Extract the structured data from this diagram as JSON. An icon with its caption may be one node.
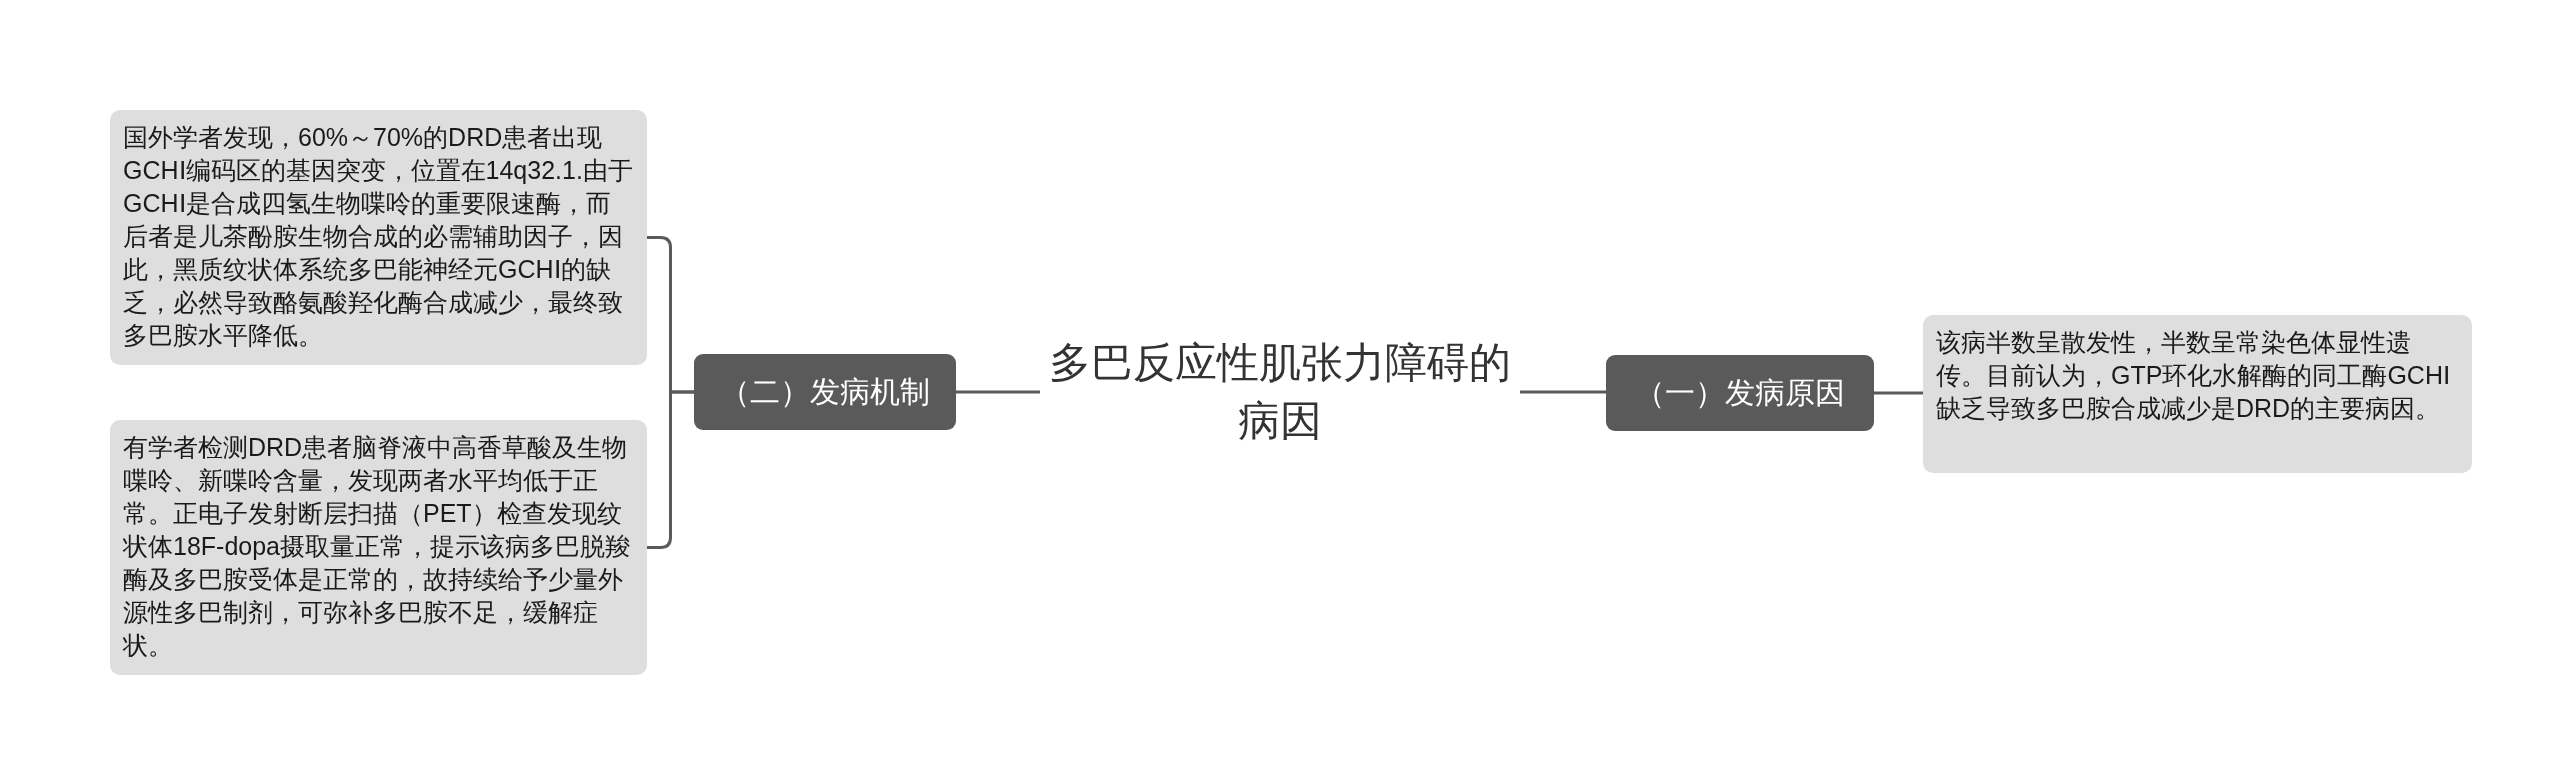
{
  "diagram": {
    "nodes": [
      {
        "text": [
          "多巴反应性肌张力障碍的病因"
        ]
      },
      {
        "text": [
          "（一）发病原因"
        ]
      },
      {
        "text": [
          "该病半数呈散发性，半数呈常染色体显性遗传。目前认为，GTP环化水解酶的同工酶GCHⅠ缺乏导致多巴胺合成减少是DRD的主要病因。"
        ]
      },
      {
        "text": [
          "（二）发病机制"
        ]
      },
      {
        "text": [
          "国外学者发现，60%～70%的DRD患者出现GCHⅠ编码区的基因突变，位置在14q32.1.由于GCHⅠ是合成四氢生物喋呤的重要限速酶，而后者是儿茶酚胺生物合成的必需辅助因子，因此，黑质纹状体系统多巴能神经元GCHⅠ的缺乏，必然导致酪氨酸羟化酶合成减少，最终致多巴胺水平降低。"
        ]
      },
      {
        "text": [
          "有学者检测DRD患者脑脊液中高香草酸及生物喋呤、新喋呤含量，发现两者水平均低于正常。正电子发射断层扫描（PET）检查发现纹状体18F-dopa摄取量正常，提示该病多巴脱羧酶及多巴胺受体是正常的，故持续给予少量外源性多巴制剂，可弥补多巴胺不足，缓解症状。"
        ]
      }
    ],
    "edges": [
      {
        "from": 0,
        "to": 1,
        "arrow": "none"
      },
      {
        "from": 1,
        "to": 2,
        "arrow": "none"
      },
      {
        "from": 0,
        "to": 3,
        "arrow": "none"
      },
      {
        "from": 3,
        "to": 4,
        "arrow": "none"
      },
      {
        "from": 3,
        "to": 5,
        "arrow": "none"
      }
    ]
  }
}
